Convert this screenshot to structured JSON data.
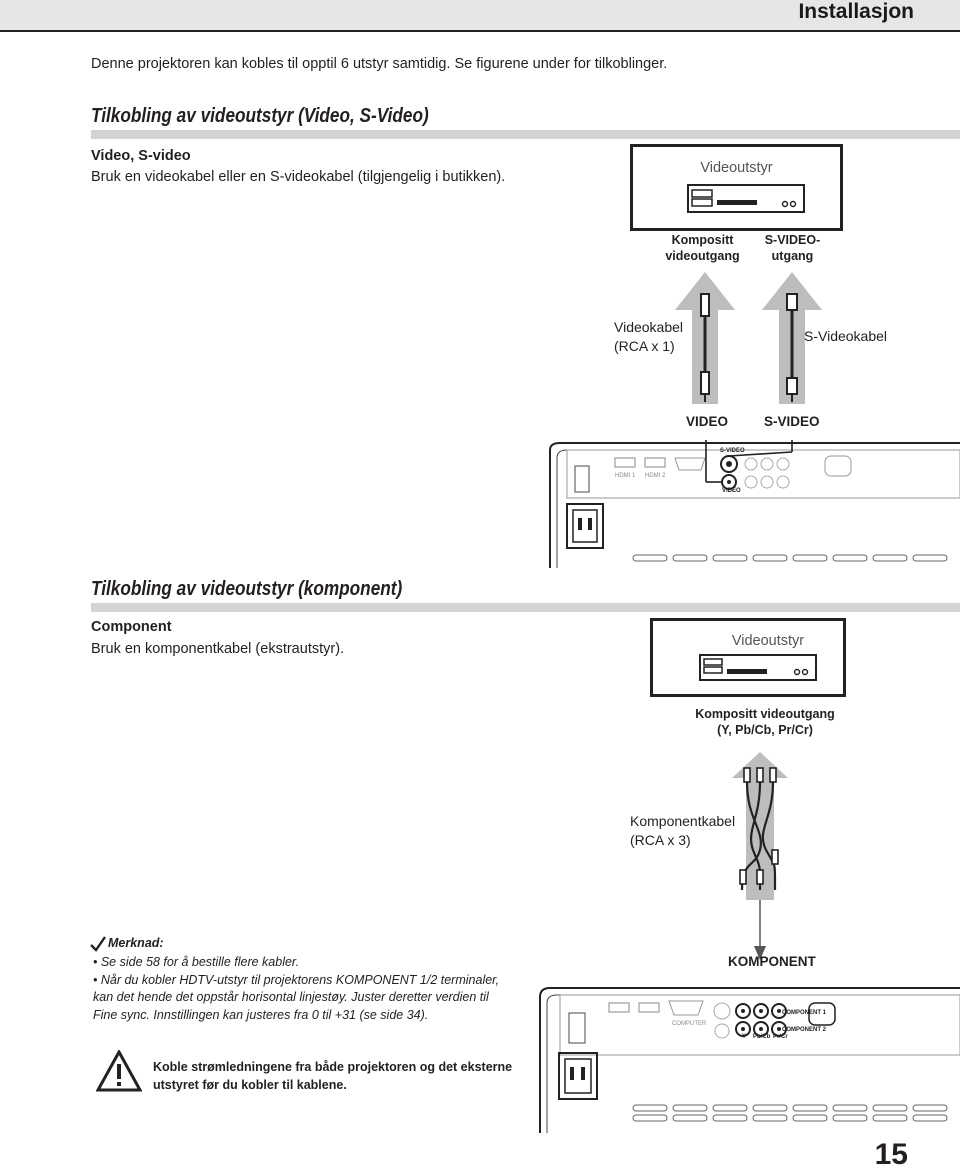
{
  "header": {
    "title": "Installasjon"
  },
  "intro": "Denne projektoren kan kobles til opptil 6 utstyr samtidig. Se figurene under for tilkoblinger.",
  "section1": {
    "title": "Tilkobling av videoutstyr (Video, S-Video)",
    "subtitle": "Video, S-video",
    "body": "Bruk en videokabel eller en S-videokabel (tilgjengelig i butikken).",
    "device_label": "Videoutstyr",
    "out_composite": [
      "Kompositt",
      "videoutgang"
    ],
    "out_svideo": [
      "S-VIDEO-",
      "utgang"
    ],
    "cable_video": [
      "Videokabel",
      "(RCA x 1)"
    ],
    "cable_svideo": "S-Videokabel",
    "port_video": "VIDEO",
    "port_svideo": "S-VIDEO"
  },
  "section2": {
    "title": "Tilkobling av videoutstyr (komponent)",
    "subtitle": "Component",
    "body": "Bruk en komponentkabel (ekstrautstyr).",
    "device_label": "Videoutstyr",
    "out_component": [
      "Kompositt videoutgang",
      "(Y, Pb/Cb, Pr/Cr)"
    ],
    "cable": [
      "Komponentkabel",
      "(RCA x 3)"
    ],
    "port": "KOMPONENT"
  },
  "panel_labels": {
    "hdmi1": "HDMI 1",
    "hdmi2": "HDMI 2",
    "computer": "COMPUTER",
    "svideo": "S-VIDEO",
    "video": "VIDEO",
    "component1": "COMPONENT 1",
    "component2": "COMPONENT 2",
    "y": "Y",
    "pbcb": "Pb/Cb",
    "prcr": "Pr/Cr"
  },
  "note": {
    "heading": "Merknad:",
    "items": [
      "• Se side 58 for å bestille flere kabler.",
      "• Når du kobler HDTV-utstyr til projektorens KOMPONENT 1/2 terminaler, kan det hende det oppstår horisontal linjestøy. Juster deretter verdien til Fine sync. Innstillingen kan justeres fra 0 til +31 (se side 34)."
    ]
  },
  "warning": "Koble strømledningene fra både projektoren og det eksterne utstyret før du kobler til kablene.",
  "page_number": "15"
}
